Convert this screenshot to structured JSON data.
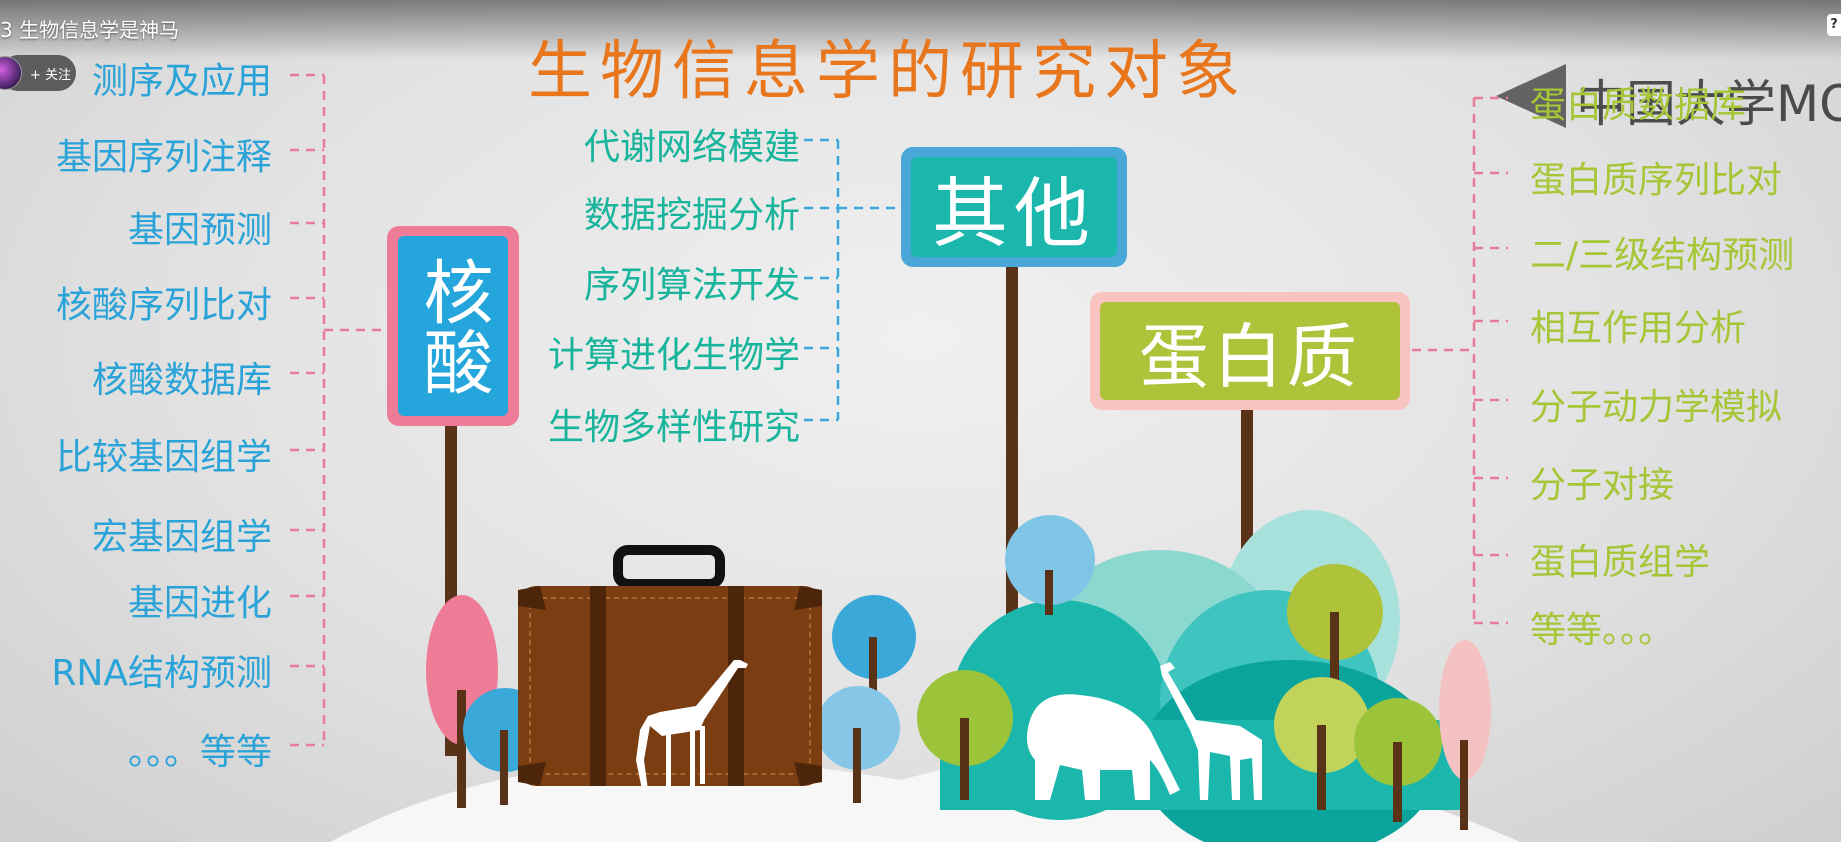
{
  "video": {
    "title": "3 生物信息学是神马",
    "follow_label": "+ 关注",
    "help_label": "?"
  },
  "slide": {
    "title": "生物信息学的研究对象",
    "logo_text": "中国大学MOOC",
    "left_items": [
      "测序及应用",
      "基因序列注释",
      "基因预测",
      "核酸序列比对",
      "核酸数据库",
      "比较基因组学",
      "宏基因组学",
      "基因进化",
      "RNA结构预测",
      "。。。等等"
    ],
    "middle_items": [
      "代谢网络模建",
      "数据挖掘分析",
      "序列算法开发",
      "计算进化生物学",
      "生物多样性研究"
    ],
    "right_items": [
      "蛋白质数据库",
      "蛋白质序列比对",
      "二/三级结构预测",
      "相互作用分析",
      "分子动力学模拟",
      "分子对接",
      "蛋白质组学",
      "等等。。。"
    ],
    "sign_nucleic": "核酸",
    "sign_other": "其他",
    "sign_protein": "蛋白质"
  },
  "colors": {
    "title": "#e8761c",
    "nucleic_text": "#2aa3d8",
    "other_text": "#18b49c",
    "protein_text": "#a6c637",
    "connector_pink": "#e87a9a",
    "connector_blue": "#3aa8d8"
  }
}
